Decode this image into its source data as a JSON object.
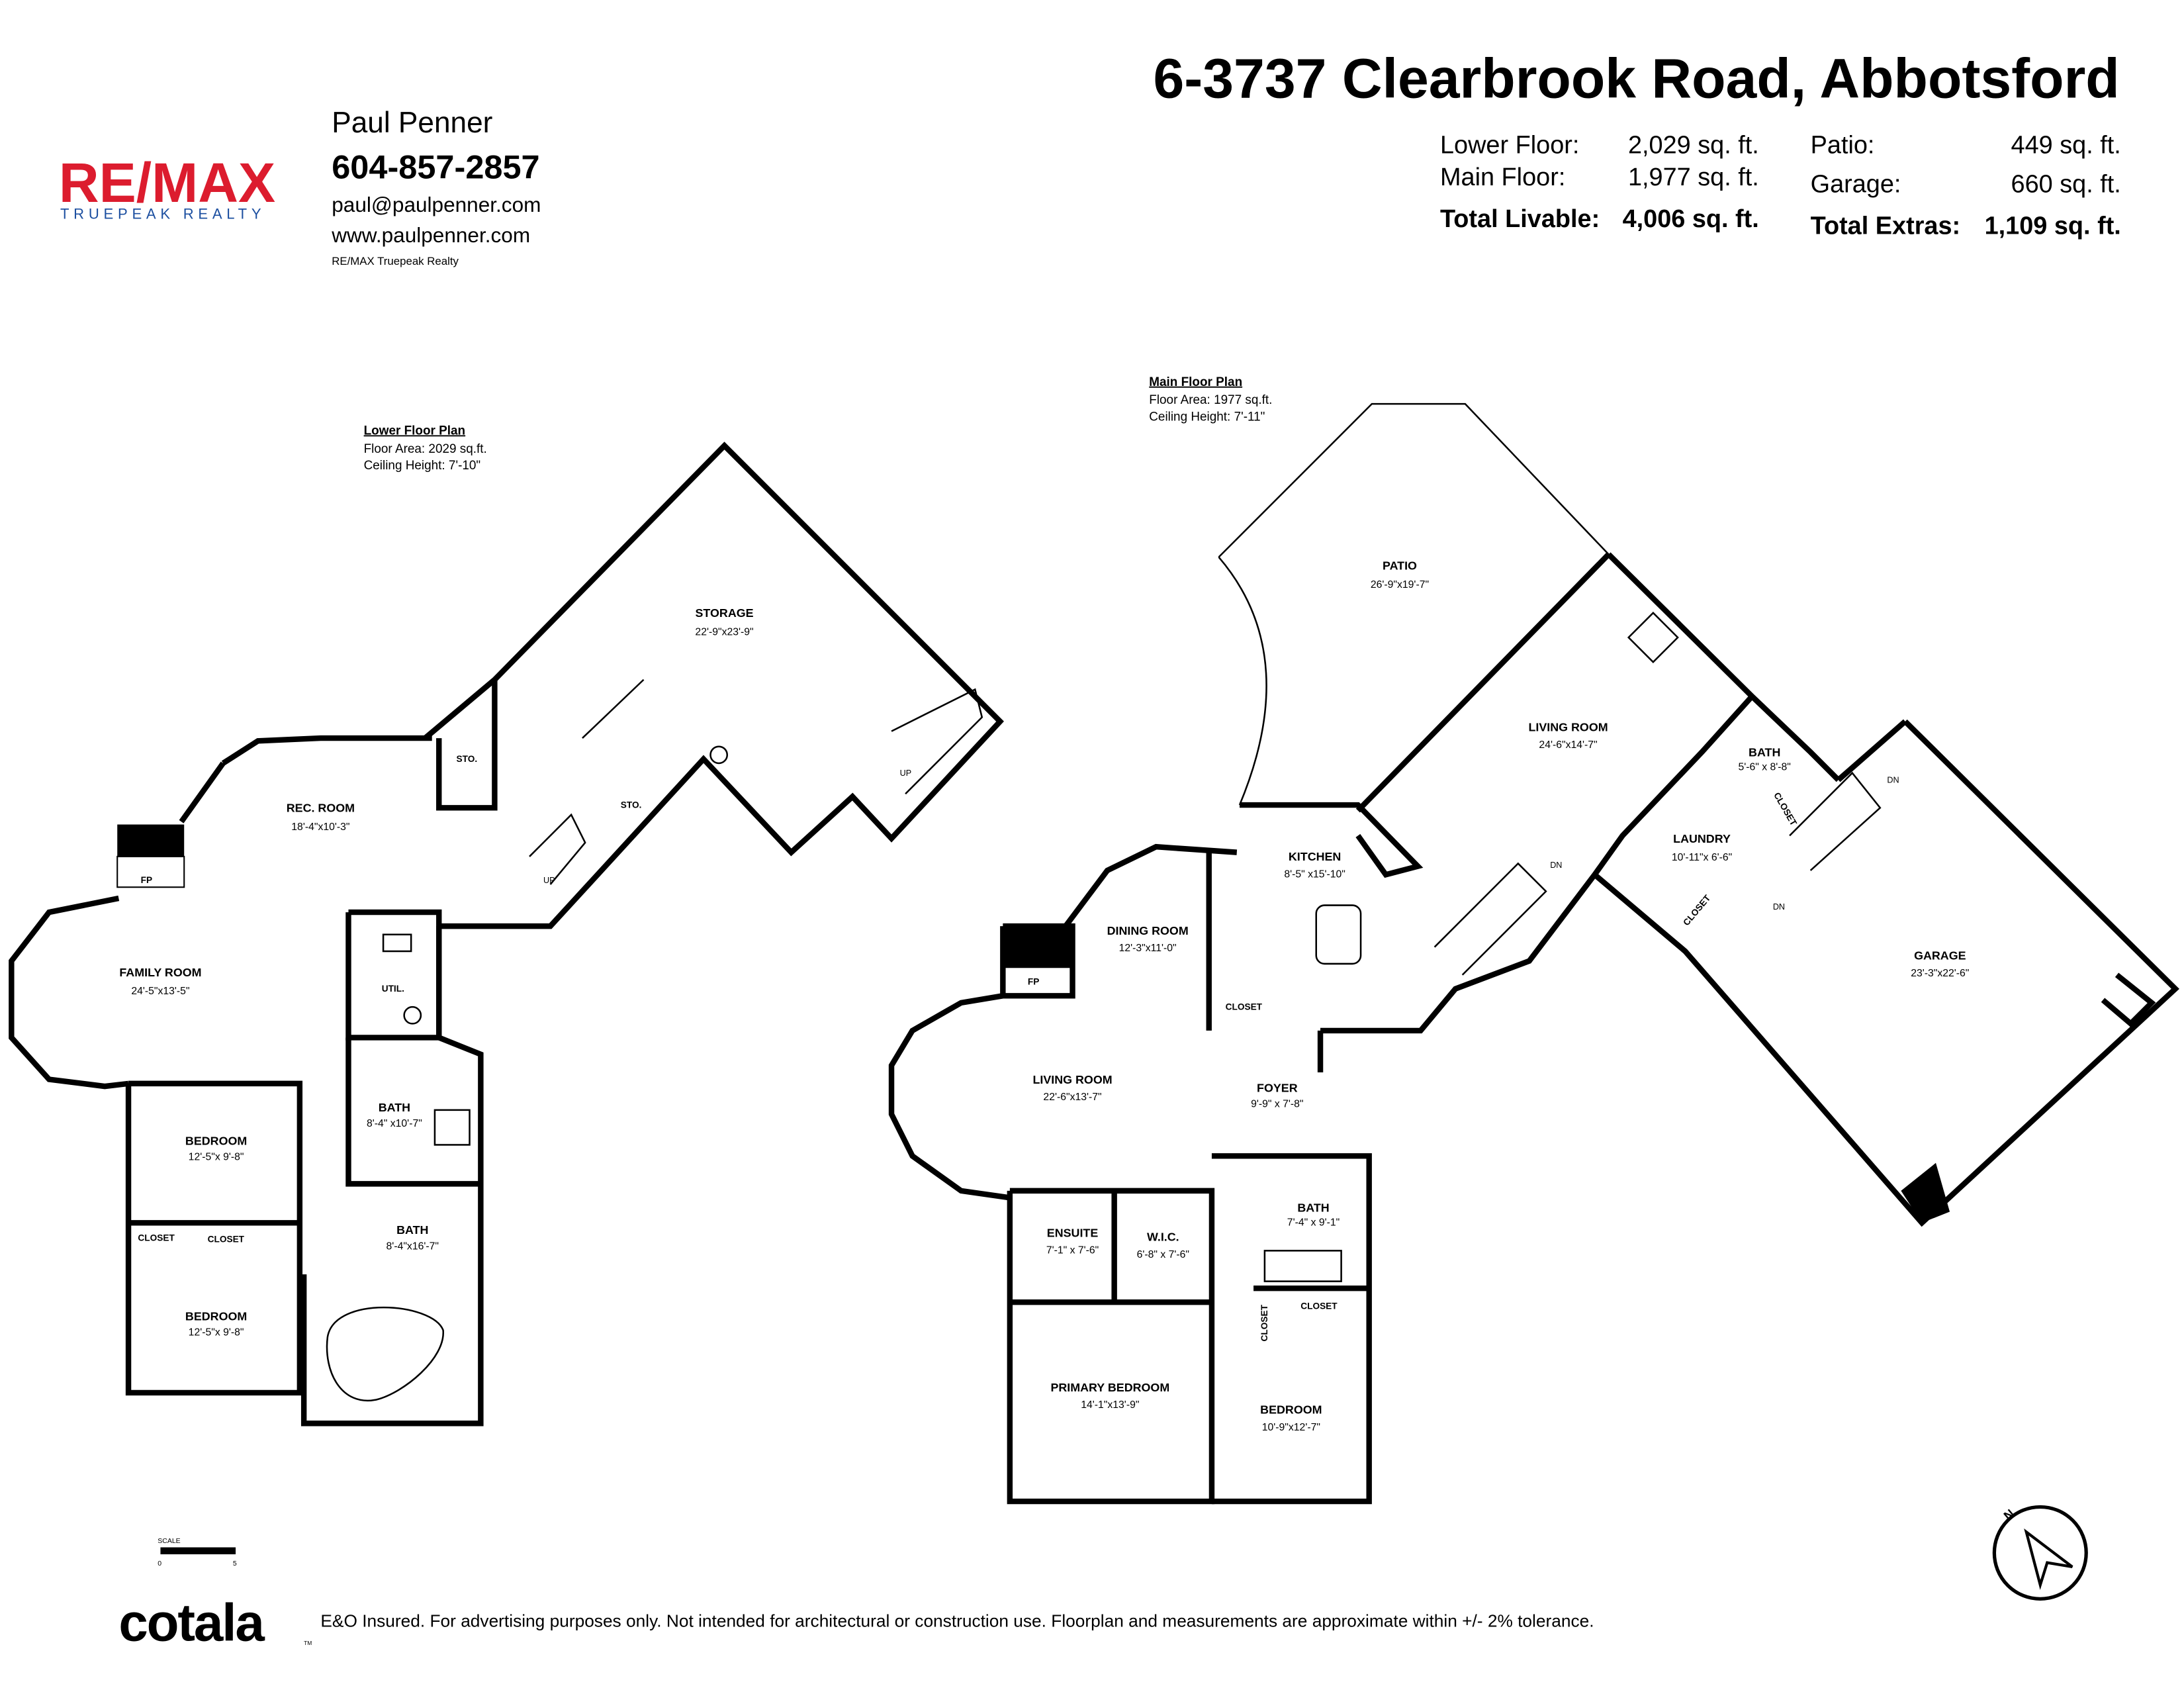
{
  "header": {
    "address": "6-3737 Clearbrook Road, Abbotsford",
    "stats": {
      "lower_floor_label": "Lower Floor:",
      "lower_floor_value": "2,029 sq. ft.",
      "main_floor_label": "Main Floor:",
      "main_floor_value": "1,977 sq. ft.",
      "total_livable_label": "Total Livable:",
      "total_livable_value": "4,006 sq. ft.",
      "patio_label": "Patio:",
      "patio_value": "449 sq. ft.",
      "garage_label": "Garage:",
      "garage_value": "660 sq. ft.",
      "total_extras_label": "Total Extras:",
      "total_extras_value": "1,109 sq. ft."
    }
  },
  "agent": {
    "logo_main": "RE/MAX",
    "logo_sub": "TRUEPEAK REALTY",
    "name": "Paul Penner",
    "phone": "604-857-2857",
    "email": "paul@paulpenner.com",
    "website": "www.paulpenner.com",
    "brokerage": "RE/MAX Truepeak Realty",
    "colors": {
      "red": "#dc1c2e",
      "blue": "#1c4fa0"
    }
  },
  "lower_floor": {
    "title": "Lower Floor Plan",
    "area": "Floor Area: 2029 sq.ft.",
    "ceiling": "Ceiling Height: 7'-10\"",
    "rooms": [
      {
        "name": "STORAGE",
        "dims": "22'-9\"x23'-9\""
      },
      {
        "name": "STO.",
        "dims": ""
      },
      {
        "name": "STO.",
        "dims": ""
      },
      {
        "name": "REC. ROOM",
        "dims": "18'-4\"x10'-3\""
      },
      {
        "name": "FAMILY ROOM",
        "dims": "24'-5\"x13'-5\""
      },
      {
        "name": "UTIL.",
        "dims": ""
      },
      {
        "name": "BATH",
        "dims": "8'-4\" x10'-7\""
      },
      {
        "name": "BEDROOM",
        "dims": "12'-5\"x 9'-8\""
      },
      {
        "name": "CLOSET",
        "dims": ""
      },
      {
        "name": "CLOSET",
        "dims": ""
      },
      {
        "name": "BATH",
        "dims": "8'-4\"x16'-7\""
      },
      {
        "name": "BEDROOM",
        "dims": "12'-5\"x 9'-8\""
      }
    ],
    "fp": "FP",
    "up": "UP"
  },
  "main_floor": {
    "title": "Main Floor Plan",
    "area": "Floor Area: 1977 sq.ft.",
    "ceiling": "Ceiling Height: 7'-11\"",
    "rooms": [
      {
        "name": "PATIO",
        "dims": "26'-9\"x19'-7\""
      },
      {
        "name": "LIVING ROOM",
        "dims": "24'-6\"x14'-7\""
      },
      {
        "name": "BATH",
        "dims": "5'-6\" x 8'-8\""
      },
      {
        "name": "LAUNDRY",
        "dims": "10'-11\"x 6'-6\""
      },
      {
        "name": "KITCHEN",
        "dims": "8'-5\" x15'-10\""
      },
      {
        "name": "DINING ROOM",
        "dims": "12'-3\"x11'-0\""
      },
      {
        "name": "GARAGE",
        "dims": "23'-3\"x22'-6\""
      },
      {
        "name": "LIVING ROOM",
        "dims": "22'-6\"x13'-7\""
      },
      {
        "name": "FOYER",
        "dims": "9'-9\" x 7'-8\""
      },
      {
        "name": "BATH",
        "dims": "7'-4\" x 9'-1\""
      },
      {
        "name": "ENSUITE",
        "dims": "7'-1\" x 7'-6\""
      },
      {
        "name": "W.I.C.",
        "dims": "6'-8\" x 7'-6\""
      },
      {
        "name": "PRIMARY BEDROOM",
        "dims": "14'-1\"x13'-9\""
      },
      {
        "name": "BEDROOM",
        "dims": "10'-9\"x12'-7\""
      }
    ],
    "closet": "CLOSET",
    "fp": "FP",
    "dn": "DN"
  },
  "scale": {
    "label": "SCALE",
    "start": "0",
    "end": "5"
  },
  "compass": {
    "north": "N"
  },
  "footer": {
    "brand": "cotala",
    "tm": "TM",
    "disclaimer": "E&O Insured. For advertising purposes only. Not intended for architectural or construction use. Floorplan and measurements are approximate within +/- 2% tolerance."
  }
}
